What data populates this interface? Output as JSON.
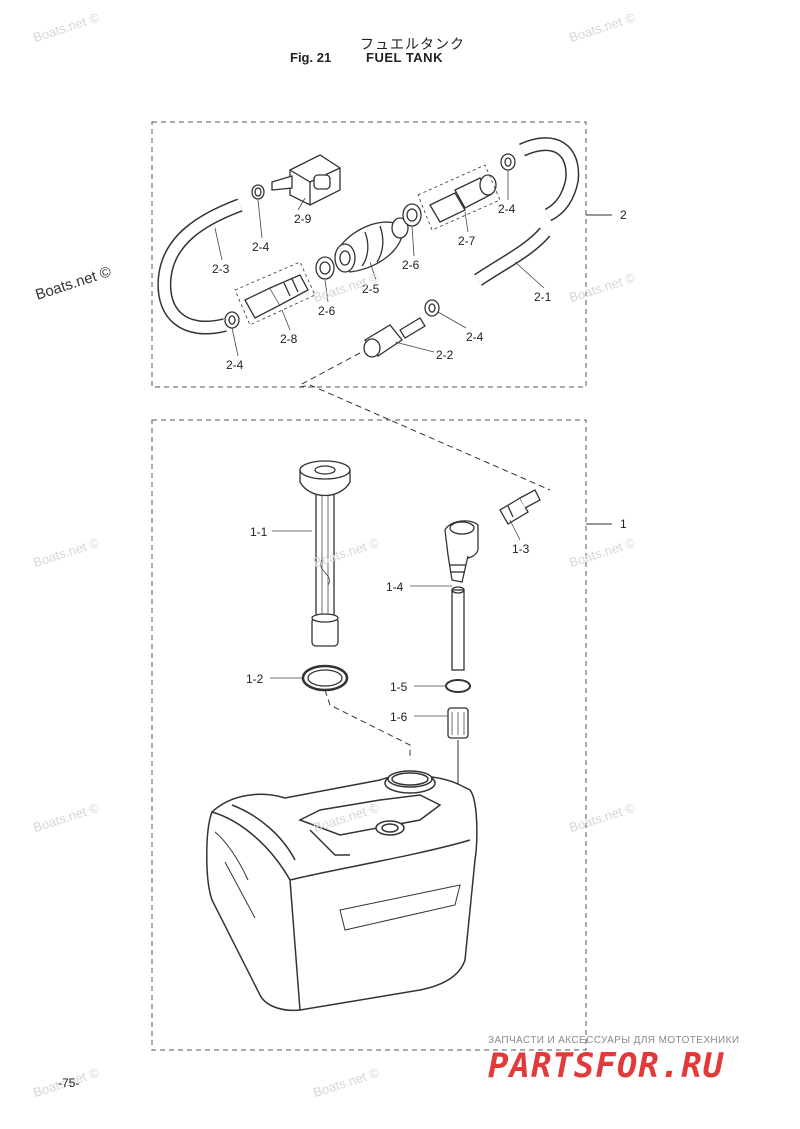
{
  "header": {
    "title_jp": "フュエルタンク",
    "fig_label": "Fig. 21",
    "fig_name": "FUEL TANK"
  },
  "labels": {
    "group_2": "2",
    "p2_1": "2-1",
    "p2_2": "2-2",
    "p2_3": "2-3",
    "p2_4a": "2-4",
    "p2_4b": "2-4",
    "p2_4c": "2-4",
    "p2_4d": "2-4",
    "p2_5": "2-5",
    "p2_6a": "2-6",
    "p2_6b": "2-6",
    "p2_7": "2-7",
    "p2_8": "2-8",
    "p2_9": "2-9",
    "group_1": "1",
    "p1_1": "1-1",
    "p1_2": "1-2",
    "p1_3": "1-3",
    "p1_4": "1-4",
    "p1_5": "1-5",
    "p1_6": "1-6"
  },
  "watermarks": {
    "text": "Boats.net ©",
    "left_text": "Boats.net ©"
  },
  "footer": {
    "page_number": "-75-",
    "brand_tagline": "ЗАПЧАСТИ И АКСЕССУАРЫ ДЛЯ МОТОТЕХНИКИ",
    "brand_name": "PARTSFOR.RU"
  }
}
